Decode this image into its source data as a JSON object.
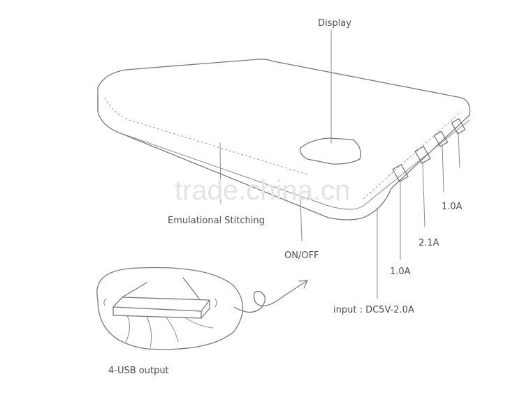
{
  "labels": {
    "display": "Display",
    "stitching": "Emulational Stitching",
    "onoff": "ON/OFF",
    "input": "input : DC5V-2.0A",
    "port1": "1.0A",
    "port2": "2.1A",
    "port3": "1.0A",
    "usb": "4-USB output"
  },
  "watermark": "trade.china.cn"
}
